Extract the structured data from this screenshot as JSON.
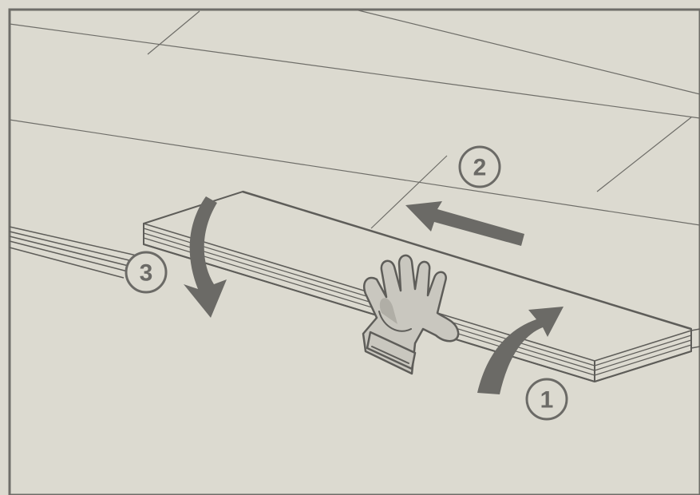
{
  "steps": [
    {
      "label": "1",
      "action": "lift-up"
    },
    {
      "label": "2",
      "action": "slide-left"
    },
    {
      "label": "3",
      "action": "press-down"
    }
  ],
  "colors": {
    "background": "#dcdad0",
    "line": "#5e5d59",
    "arrow": "#6b6a66",
    "circle_fill": "#dcdad0",
    "glove_fill": "#c9c7bf",
    "glove_shade": "#b0aea6"
  },
  "icons": {
    "hand": "glove-icon"
  }
}
